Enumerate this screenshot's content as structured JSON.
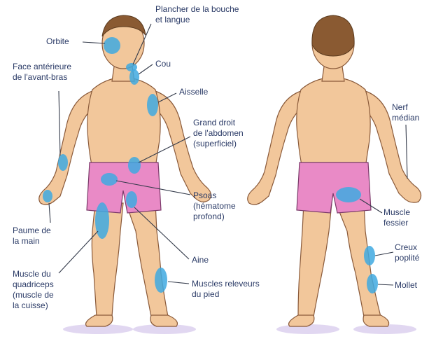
{
  "labels": {
    "orbite": "Orbite",
    "plancher": "Plancher de la bouche\net langue",
    "cou": "Cou",
    "face_anterieure": "Face antérieure\nde l'avant-bras",
    "aisselle": "Aisselle",
    "grand_droit": "Grand droit\nde l'abdomen\n(superficiel)",
    "paume": "Paume de\nla main",
    "psoas": "Psoas\n(hématome\nprofond)",
    "aine": "Aine",
    "quadriceps": "Muscle du\nquadriceps\n(muscle de\nla cuisse)",
    "releveurs": "Muscles releveurs\ndu pied",
    "nerf_median": "Nerf\nmédian",
    "fessier": "Muscle\nfessier",
    "creux_poplite": "Creux\npoplité",
    "mollet": "Mollet"
  },
  "colors": {
    "spot": "#3fa9e0",
    "skin": "#f2c79b",
    "shorts": "#e98ac6",
    "text": "#2a3a66"
  }
}
